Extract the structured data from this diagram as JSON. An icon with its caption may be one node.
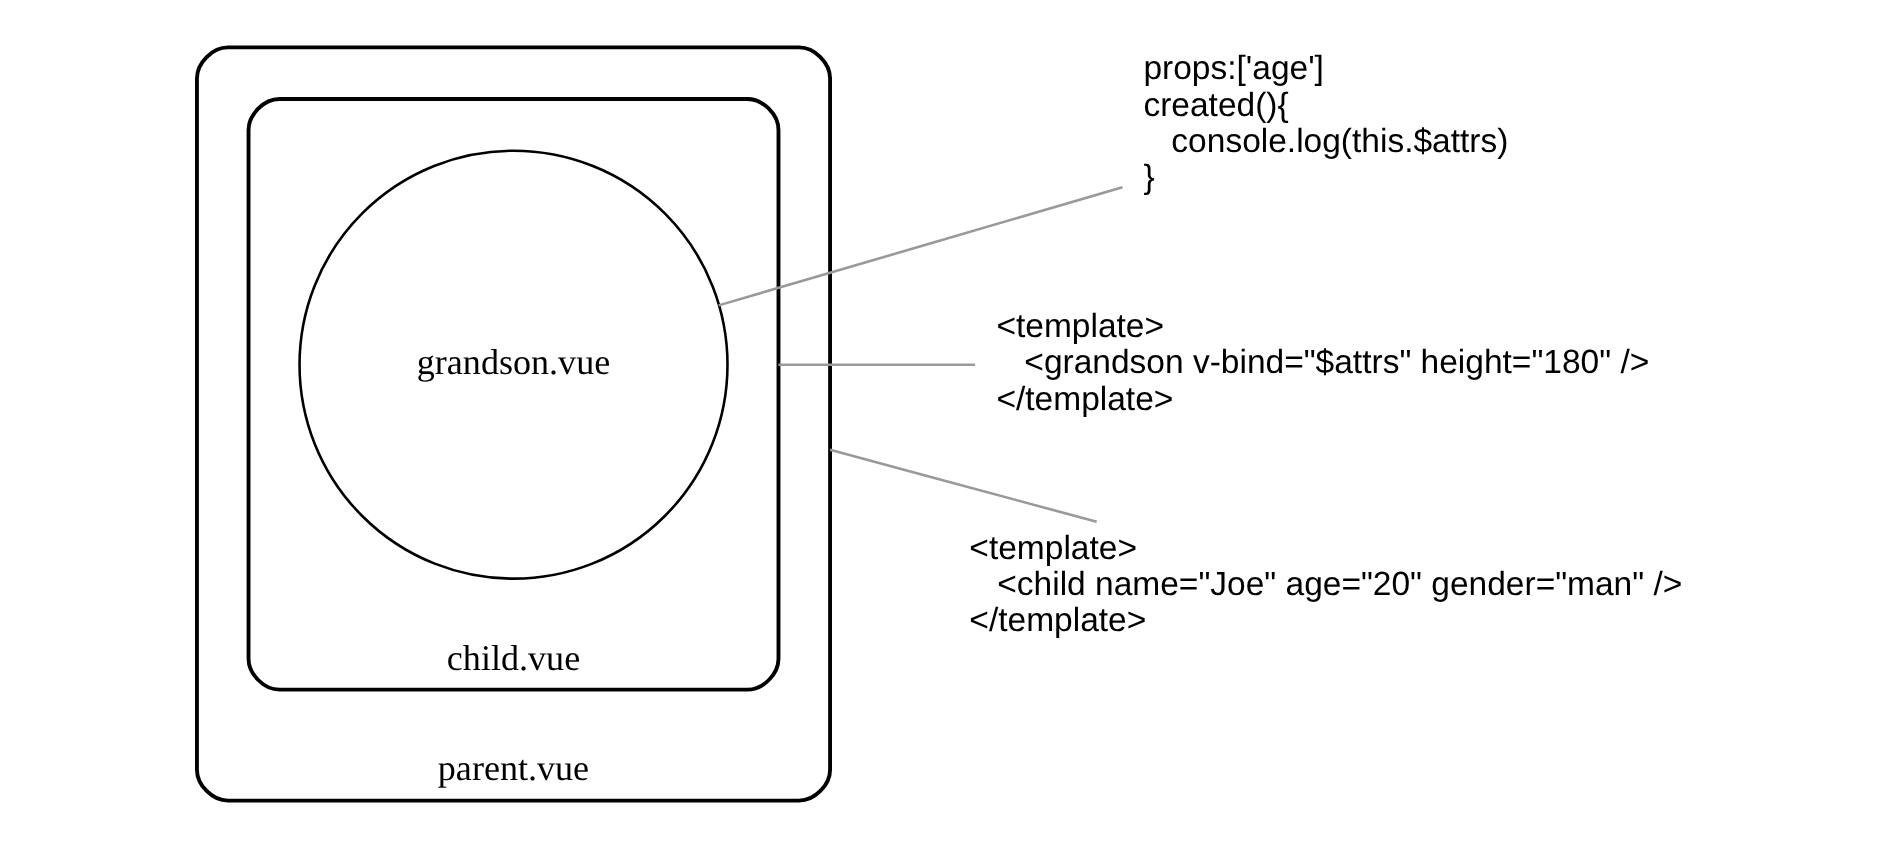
{
  "diagram": {
    "nodes": [
      {
        "text": [
          "parent.vue"
        ]
      },
      {
        "text": [
          "child.vue"
        ],
        "in": 0
      },
      {
        "text": [
          "grandson.vue"
        ],
        "in": 1
      },
      {
        "text": [
          "props:['age']",
          "created(){",
          "console.log(this.$attrs)",
          "}"
        ]
      },
      {
        "text": [
          "<template>",
          "<grandson v-bind=\"$attrs\" height=\"180\" />",
          "</template>"
        ]
      },
      {
        "text": [
          "<template>",
          "<child name=\"Joe\" age=\"20\" gender=\"man\" />",
          "</template>"
        ]
      }
    ],
    "edges": [
      {
        "from": 2,
        "to": 3,
        "arrow": "none"
      },
      {
        "from": 1,
        "to": 4,
        "arrow": "none"
      },
      {
        "from": 0,
        "to": 5,
        "arrow": "none"
      }
    ]
  }
}
